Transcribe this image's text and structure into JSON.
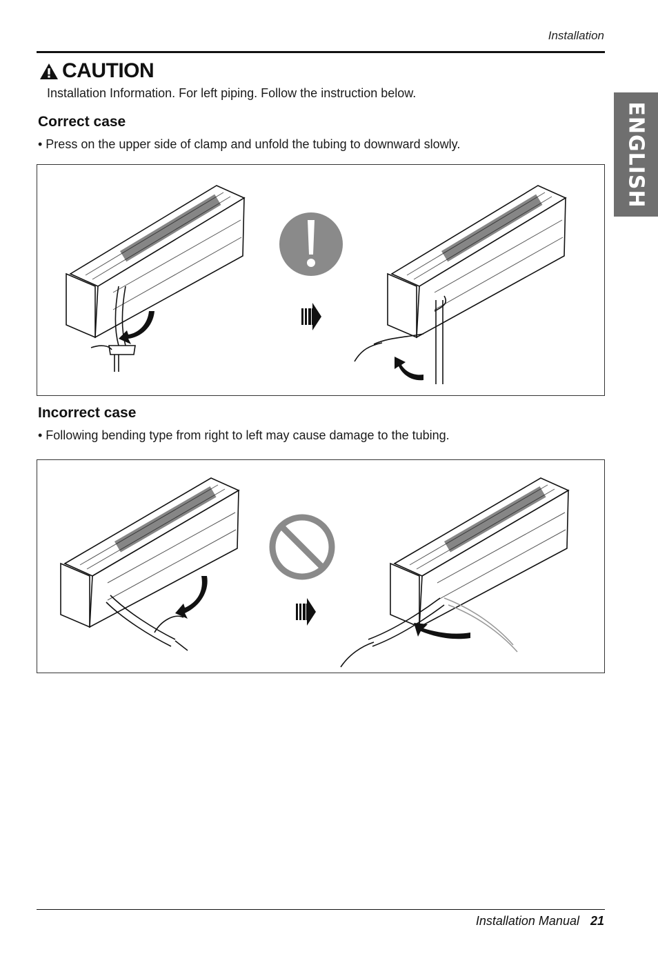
{
  "header": {
    "section": "Installation"
  },
  "caution": {
    "title": "CAUTION",
    "info": "Installation Information. For left piping. Follow the instruction below."
  },
  "correct": {
    "heading": "Correct case",
    "bullet": "• Press on the upper side of clamp and unfold the tubing to downward slowly."
  },
  "incorrect": {
    "heading": "Incorrect case",
    "bullet": "• Following bending type from right to left may cause damage to the tubing."
  },
  "side_tab": {
    "label": "ENGLISH"
  },
  "footer": {
    "manual": "Installation Manual",
    "page": "21"
  },
  "colors": {
    "tab": "#6f6f6f",
    "symbol": "#8a8a8a",
    "rule": "#111111"
  }
}
